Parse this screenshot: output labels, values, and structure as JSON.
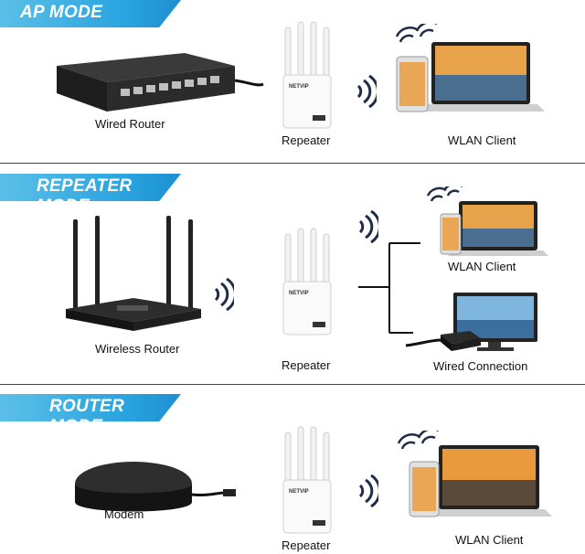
{
  "sections": [
    {
      "title": "AP MODE",
      "device_label": "Wired Router",
      "repeater_label": "Repeater",
      "client_label": "WLAN Client"
    },
    {
      "title": "REPEATER MODE",
      "device_label": "Wireless Router",
      "repeater_label": "Repeater",
      "client_label": "WLAN Client",
      "wired_label": "Wired Connection"
    },
    {
      "title": "ROUTER MODE",
      "device_label": "Modem",
      "repeater_label": "Repeater",
      "client_label": "WLAN Client"
    }
  ],
  "repeater_brand": "NETVIP",
  "colors": {
    "banner": "#29a3df",
    "wifi": "#1f2d4a"
  }
}
